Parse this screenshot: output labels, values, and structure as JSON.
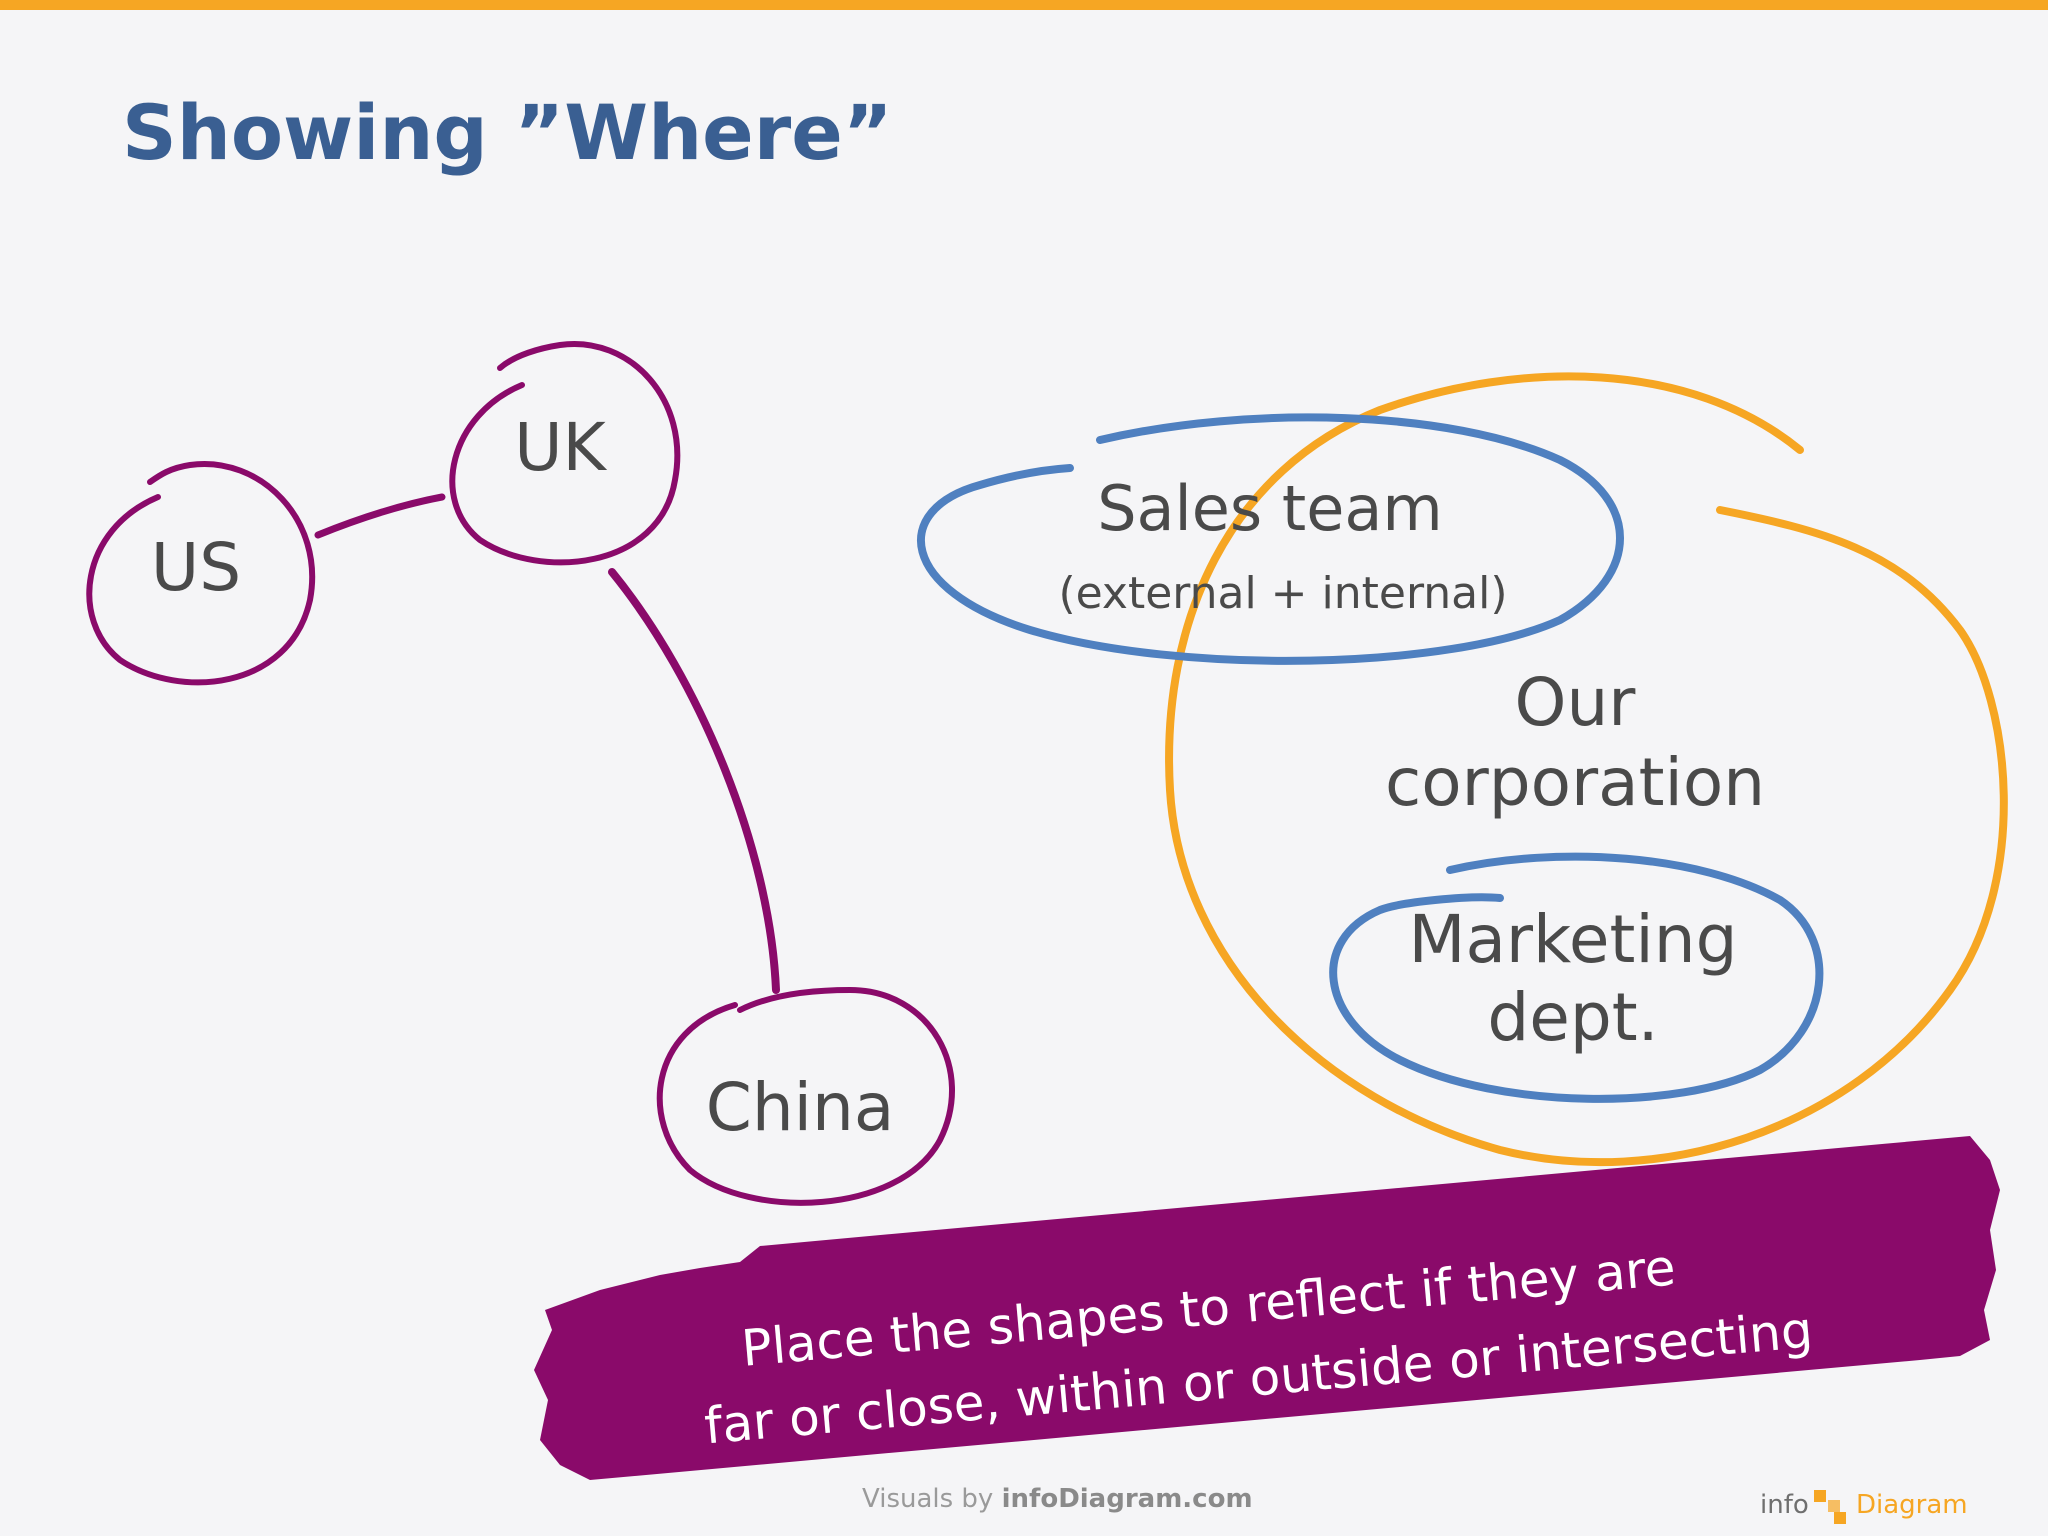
{
  "title": "Showing ”Where”",
  "nodes": {
    "us": "US",
    "uk": "UK",
    "china": "China"
  },
  "venn": {
    "sales_line1": "Sales team",
    "sales_line2": "(external + internal)",
    "corp_line1": "Our",
    "corp_line2": "corporation",
    "mkt_line1": "Marketing",
    "mkt_line2": "dept."
  },
  "banner": {
    "line1": "Place the shapes to reflect if they are",
    "line2": "far or close, within or outside or intersecting"
  },
  "footer": {
    "credit_prefix": "Visuals by",
    "credit_brand": "infoDiagram.com",
    "logo_info": "info",
    "logo_diagram": "Diagram"
  },
  "colors": {
    "accent_orange": "#f6a623",
    "title_blue": "#3a5f92",
    "purple": "#8a0a6a",
    "blue": "#4f80c0",
    "text_gray": "#4a4a4a"
  },
  "icons": [
    "infodiagram-logo-icon"
  ]
}
